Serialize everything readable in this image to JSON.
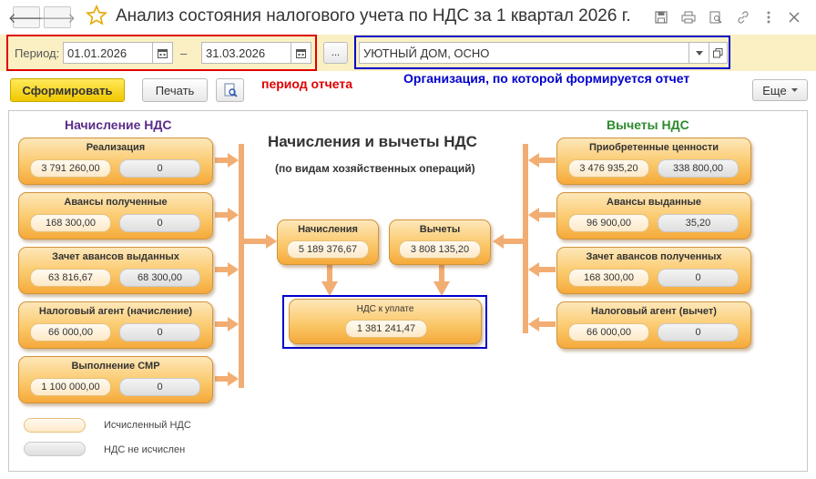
{
  "window": {
    "title": "Анализ состояния налогового учета по НДС за 1 квартал 2026 г.",
    "back_icon": "arrow-left-icon",
    "forward_icon": "arrow-right-icon",
    "favorite_icon": "star-icon"
  },
  "filters": {
    "period_label": "Период:",
    "date_from": "01.01.2026",
    "date_sep": "–",
    "date_to": "31.03.2026",
    "dots_label": "...",
    "organization": "УЮТНЫЙ ДОМ, ОСНО"
  },
  "annotations": {
    "period": "период отчета",
    "organization": "Организация, по которой формируется отчет"
  },
  "toolbar": {
    "generate": "Сформировать",
    "print": "Печать",
    "more": "Еще"
  },
  "report": {
    "left_header": "Начисление НДС",
    "right_header": "Вычеты НДС",
    "center_title": "Начисления и вычеты НДС",
    "center_subtitle": "(по видам хозяйственных операций)",
    "left_cards": [
      {
        "title": "Реализация",
        "v1": "3 791 260,00",
        "v2": "0"
      },
      {
        "title": "Авансы полученные",
        "v1": "168 300,00",
        "v2": "0"
      },
      {
        "title": "Зачет авансов выданных",
        "v1": "63 816,67",
        "v2": "68 300,00"
      },
      {
        "title": "Налоговый агент (начисление)",
        "v1": "66 000,00",
        "v2": "0"
      },
      {
        "title": "Выполнение СМР",
        "v1": "1 100 000,00",
        "v2": "0"
      }
    ],
    "right_cards": [
      {
        "title": "Приобретенные ценности",
        "v1": "3 476 935,20",
        "v2": "338 800,00"
      },
      {
        "title": "Авансы выданные",
        "v1": "96 900,00",
        "v2": "35,20"
      },
      {
        "title": "Зачет авансов полученных",
        "v1": "168 300,00",
        "v2": "0"
      },
      {
        "title": "Налоговый агент (вычет)",
        "v1": "66 000,00",
        "v2": "0"
      }
    ],
    "accruals": {
      "title": "Начисления",
      "value": "5 189 376,67"
    },
    "deductions": {
      "title": "Вычеты",
      "value": "3 808 135,20"
    },
    "payable": {
      "title": "НДС к уплате",
      "value": "1 381 241,47"
    },
    "legend": {
      "calc": "Исчисленный НДС",
      "nocalc": "НДС не исчислен"
    }
  },
  "colors": {
    "accent_red": "#e00000",
    "accent_blue": "#0000cc",
    "left_header": "#5b2d8a",
    "right_header": "#2e8b2e",
    "arrow": "#f2ad72"
  }
}
